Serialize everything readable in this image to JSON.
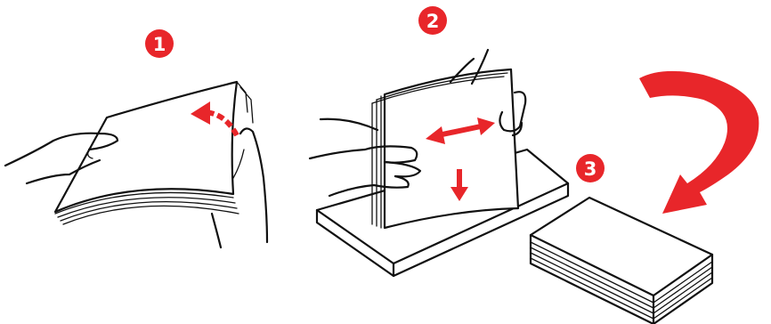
{
  "steps": [
    {
      "number": "1",
      "action": "fan-paper"
    },
    {
      "number": "2",
      "action": "flex-and-align-paper"
    },
    {
      "number": "3",
      "action": "turn-stack-over"
    }
  ],
  "icons": {
    "fan_arrow": "curved-arrow-icon",
    "flex_arrow": "double-headed-arrow-icon",
    "down_arrow": "down-arrow-icon",
    "flip_arrow": "curved-flip-arrow-icon"
  },
  "colors": {
    "accent": "#e8262a",
    "ink": "#111111",
    "background": "#ffffff"
  }
}
